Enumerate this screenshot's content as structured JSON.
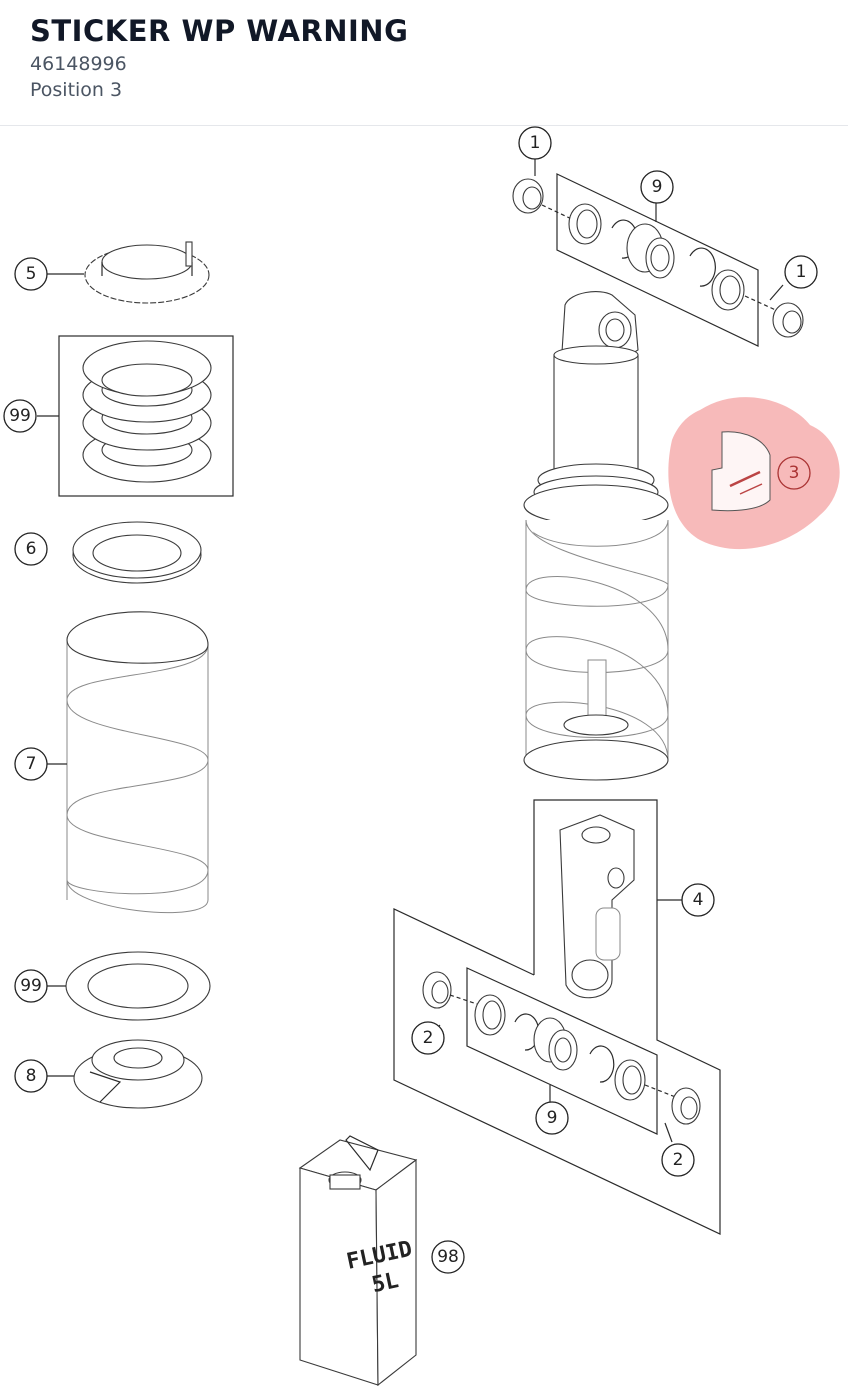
{
  "header": {
    "title": "STICKER WP WARNING",
    "part_number": "46148996",
    "position": "Position 3"
  },
  "callouts": [
    {
      "id": "c1a",
      "label": "1"
    },
    {
      "id": "c9a",
      "label": "9"
    },
    {
      "id": "c1b",
      "label": "1"
    },
    {
      "id": "c5",
      "label": "5"
    },
    {
      "id": "c99a",
      "label": "99"
    },
    {
      "id": "c3",
      "label": "3",
      "highlighted": true
    },
    {
      "id": "c6",
      "label": "6"
    },
    {
      "id": "c7",
      "label": "7"
    },
    {
      "id": "c4",
      "label": "4"
    },
    {
      "id": "c99b",
      "label": "99"
    },
    {
      "id": "c2a",
      "label": "2"
    },
    {
      "id": "c8",
      "label": "8"
    },
    {
      "id": "c9b",
      "label": "9"
    },
    {
      "id": "c2b",
      "label": "2"
    },
    {
      "id": "c98",
      "label": "98"
    }
  ],
  "fluid_can": {
    "line1": "FLUID",
    "line2": "5L"
  },
  "colors": {
    "highlight": "#f4a3a3",
    "title": "#111827",
    "subtitle": "#4b5563",
    "line": "#2b2b2b"
  }
}
